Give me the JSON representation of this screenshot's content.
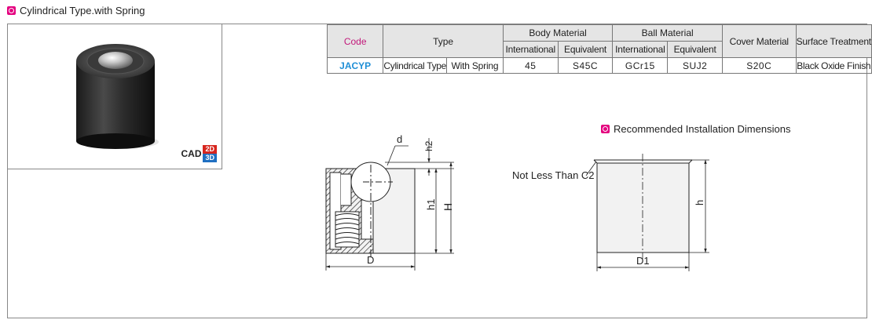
{
  "header": {
    "title": "Cylindrical Type.with Spring"
  },
  "cad": {
    "label": "CAD",
    "badge_2d": "2D",
    "badge_3d": "3D"
  },
  "table": {
    "headers": {
      "code": "Code",
      "type": "Type",
      "body_material": "Body Material",
      "ball_material": "Ball Material",
      "cover_material": "Cover Material",
      "surface_treatment": "Surface Treatment",
      "international_1": "International",
      "equivalent_1": "Equivalent",
      "international_2": "International",
      "equivalent_2": "Equivalent"
    },
    "row": {
      "code": "JACYP",
      "type_1": "Cylindrical Type",
      "type_2": "With Spring",
      "body_international": "45",
      "body_equivalent": "S45C",
      "ball_international": "GCr15",
      "ball_equivalent": "SUJ2",
      "cover_material": "S20C",
      "surface_treatment": "Black Oxide Finish"
    }
  },
  "recommended": {
    "title": "Recommended Installation Dimensions"
  },
  "drawing_left": {
    "d": "d",
    "h2": "h2",
    "h1": "h1",
    "H": "H",
    "D": "D"
  },
  "drawing_right": {
    "chamfer": "Not Less Than C2",
    "h": "h",
    "D1": "D1"
  },
  "colors": {
    "magenta": "#e4007f",
    "code_pink": "#c2187a",
    "code_blue": "#1f8fd6",
    "cad_red": "#d7261e",
    "cad_blue": "#1f6fc1"
  }
}
